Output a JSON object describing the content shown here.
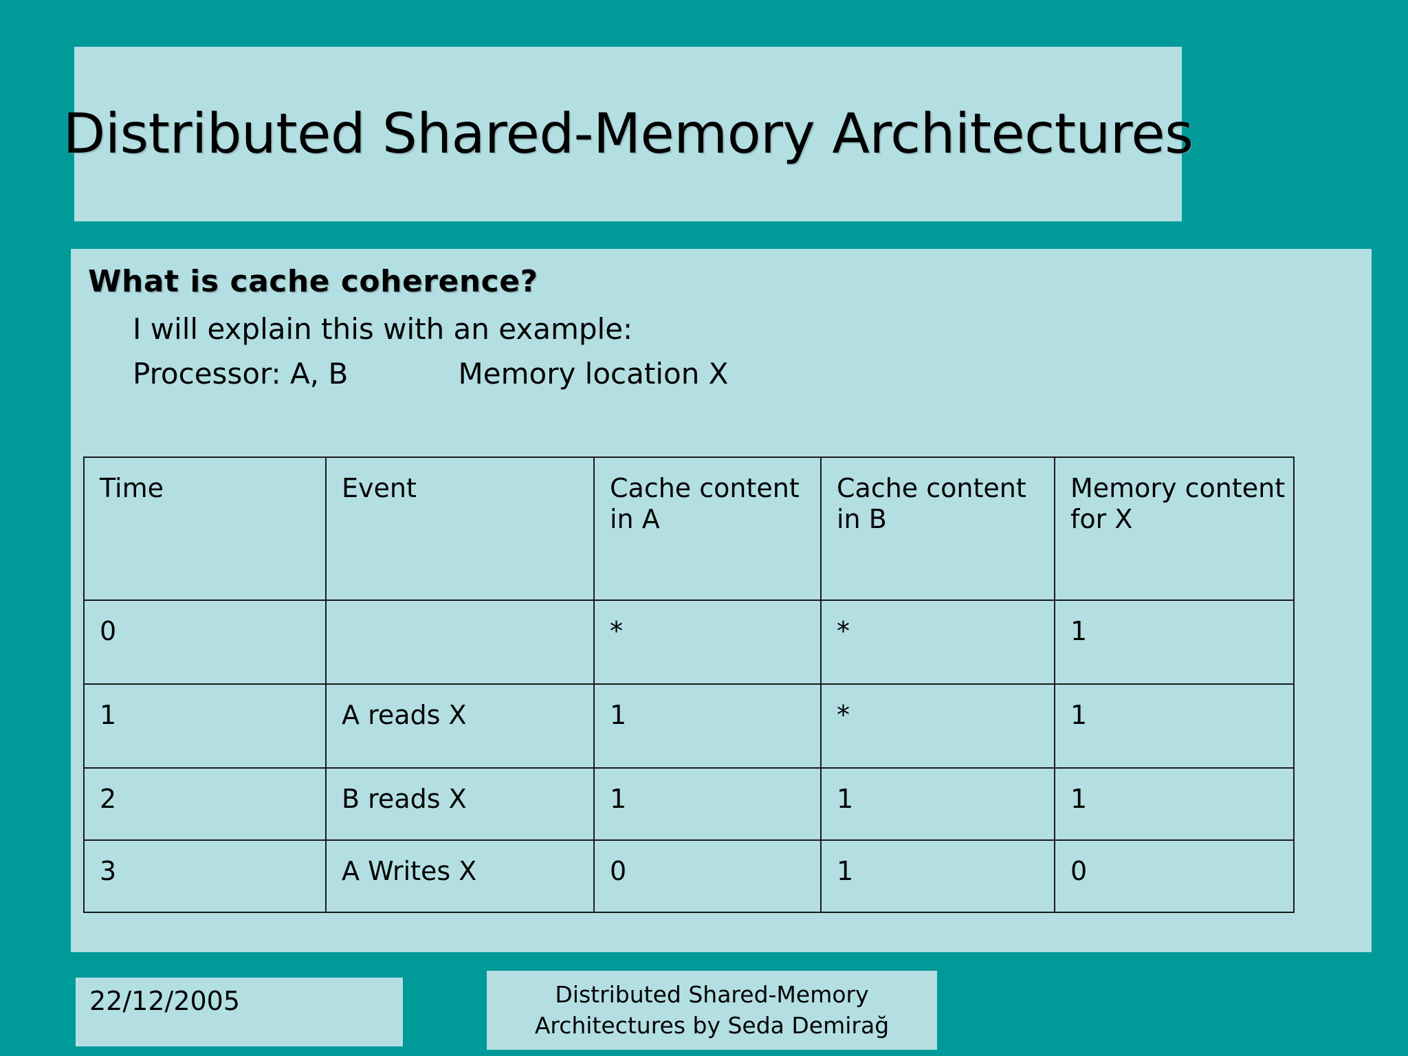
{
  "slide": {
    "title": "Distributed Shared-Memory Architectures",
    "heading": "What is cache coherence?",
    "line_1": "I will explain this with an example:",
    "line_2": "Processor: A, B            Memory location X",
    "colors": {
      "background_teal": "#009a99",
      "panel_light": "#b3dfe3",
      "text_black": "#000000",
      "table_border": "#1a1a1a"
    }
  },
  "table": {
    "headers": [
      "Time",
      "Event",
      "Cache content\nin A",
      "Cache content\nin B",
      "Memory content\nfor X"
    ],
    "rows": [
      {
        "time": "0",
        "event": "",
        "cache_a": "*",
        "cache_b": "*",
        "memory_x": "1"
      },
      {
        "time": "1",
        "event": "A reads X",
        "cache_a": "1",
        "cache_b": "*",
        "memory_x": "1"
      },
      {
        "time": "2",
        "event": "B reads X",
        "cache_a": "1",
        "cache_b": "1",
        "memory_x": "1"
      },
      {
        "time": "3",
        "event": "A Writes X",
        "cache_a": "0",
        "cache_b": "1",
        "memory_x": "0"
      }
    ]
  },
  "footer": {
    "date": "22/12/2005",
    "credit_line_1": "Distributed Shared-Memory",
    "credit_line_2": "Architectures by Seda Demirağ"
  }
}
